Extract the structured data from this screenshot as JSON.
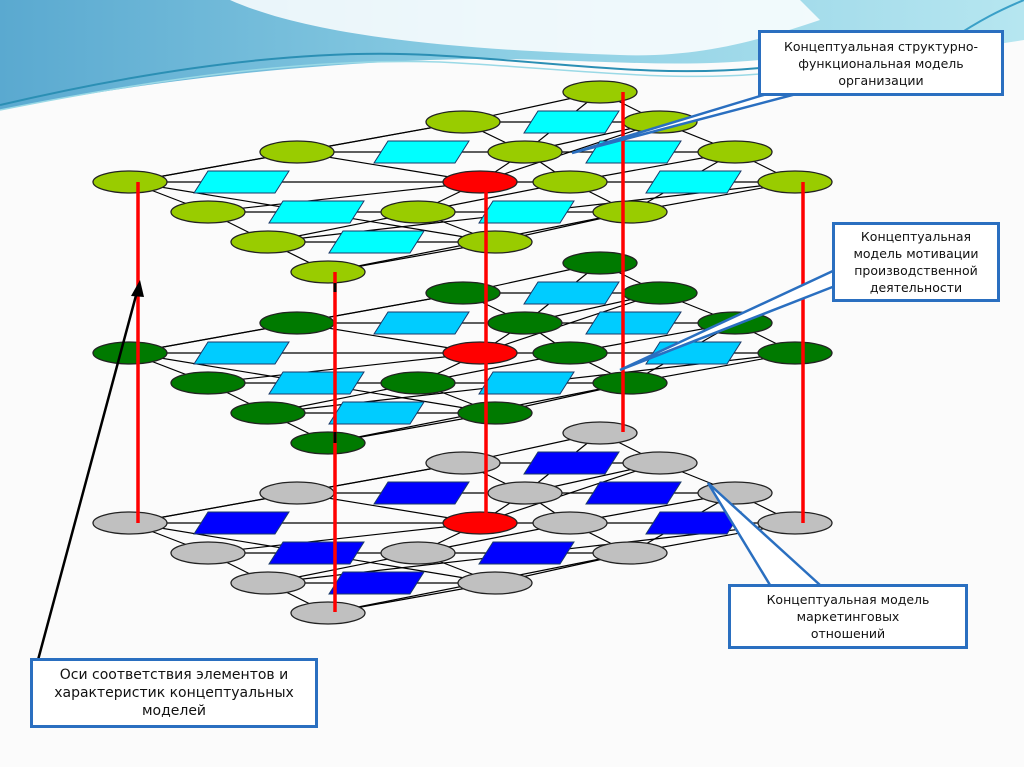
{
  "slide": {
    "callouts": [
      {
        "id": "structural-functional",
        "text": "Концептуальная структурно-\nфункциональная модель\nорганизации"
      },
      {
        "id": "motivation",
        "text": "Концептуальная\nмодель мотивации\nпроизводственной\nдеятельности"
      },
      {
        "id": "marketing",
        "text": "Концептуальная модель\nмаркетинговых\nотношений"
      },
      {
        "id": "axes",
        "text": "Оси соответствия элементов и\nхарактеристик концептуальных\nмоделей"
      }
    ]
  },
  "layers": [
    {
      "name": "structural-functional-model",
      "ellipse_color": "#99cc00",
      "parallelogram_color": "#00ffff",
      "highlight_color": "#ff0000"
    },
    {
      "name": "motivation-model",
      "ellipse_color": "#007a00",
      "parallelogram_color": "#00ccff",
      "highlight_color": "#ff0000"
    },
    {
      "name": "marketing-relations-model",
      "ellipse_color": "#c0c0c0",
      "parallelogram_color": "#0000ff",
      "highlight_color": "#ff0000"
    }
  ],
  "colors": {
    "axis": "#ff0000",
    "callout_border": "#2a6fc0",
    "edge": "#000000"
  }
}
